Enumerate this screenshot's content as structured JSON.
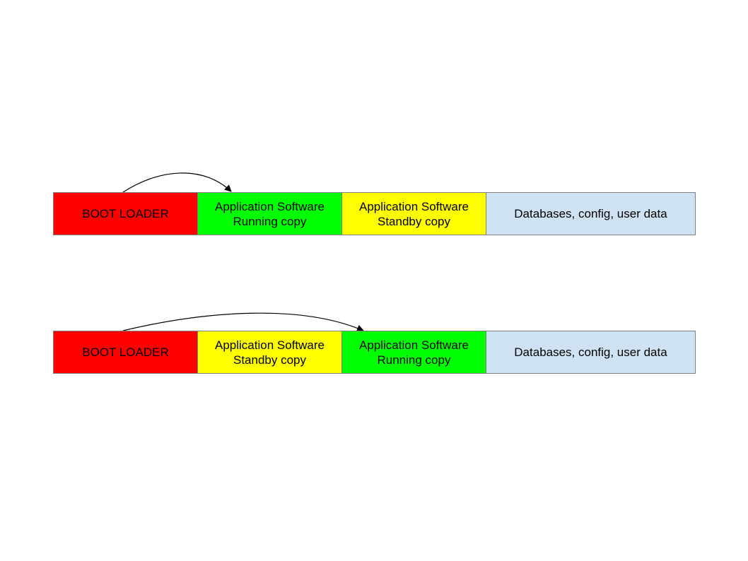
{
  "diagrams": [
    {
      "segments": [
        {
          "label": "BOOT LOADER",
          "color": "#ff0000"
        },
        {
          "label": "Application Software\nRunning copy",
          "color": "#00ff00"
        },
        {
          "label": "Application Software\nStandby copy",
          "color": "#ffff00"
        },
        {
          "label": "Databases, config, user data",
          "color": "#cfe2f3"
        }
      ],
      "arrow": {
        "from": "BOOT LOADER",
        "to": "Application Software Running copy"
      }
    },
    {
      "segments": [
        {
          "label": "BOOT LOADER",
          "color": "#ff0000"
        },
        {
          "label": "Application Software\nStandby copy",
          "color": "#ffff00"
        },
        {
          "label": "Application Software\nRunning copy",
          "color": "#00ff00"
        },
        {
          "label": "Databases, config, user data",
          "color": "#cfe2f3"
        }
      ],
      "arrow": {
        "from": "BOOT LOADER",
        "to": "Application Software Running copy"
      }
    }
  ]
}
